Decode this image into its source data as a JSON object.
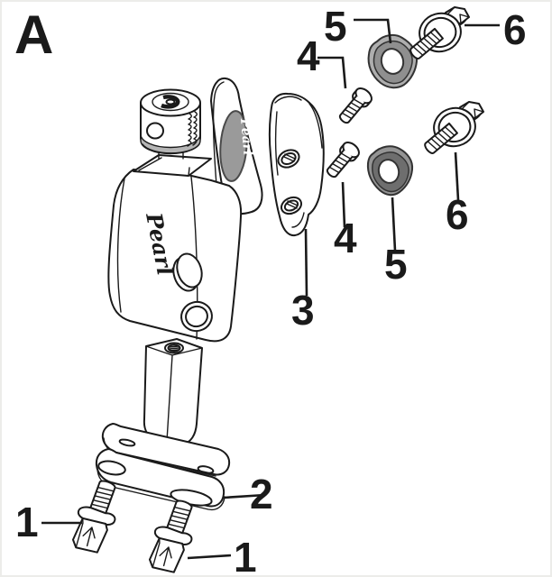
{
  "diagram": {
    "type": "exploded-parts-diagram",
    "section_label": "A",
    "brand_script": "Pearl",
    "callouts": [
      {
        "id": "callout-5-top",
        "text": "5"
      },
      {
        "id": "callout-6-top",
        "text": "6"
      },
      {
        "id": "callout-4-top",
        "text": "4"
      },
      {
        "id": "callout-4-mid",
        "text": "4"
      },
      {
        "id": "callout-5-mid",
        "text": "5"
      },
      {
        "id": "callout-6-mid",
        "text": "6"
      },
      {
        "id": "callout-3",
        "text": "3"
      },
      {
        "id": "callout-2",
        "text": "2"
      },
      {
        "id": "callout-1-left",
        "text": "1"
      },
      {
        "id": "callout-1-right",
        "text": "1"
      }
    ],
    "colors": {
      "line": "#1a1a1a",
      "background": "#ffffff",
      "badge_gray": "#9a9a9a",
      "gasket_light_outer": "#aeaeae",
      "gasket_light_inner": "#8f8f8f",
      "gasket_dark_outer": "#949494",
      "gasket_dark_inner": "#6e6e6e",
      "knob_band": "#b5b5b5"
    }
  }
}
